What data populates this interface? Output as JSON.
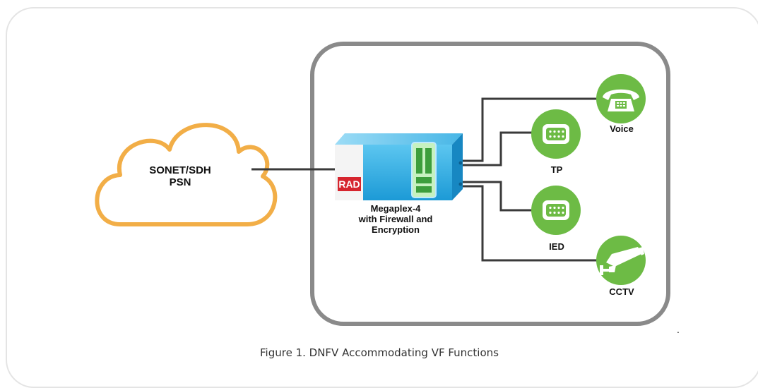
{
  "network": {
    "line1": "SONET/SDH",
    "line2": "PSN"
  },
  "device": {
    "line1": "Megaplex-4",
    "line2": "with Firewall and",
    "line3": "Encryption",
    "logo_text": "RAD"
  },
  "endpoints": [
    {
      "label": "Voice",
      "icon": "telephone-icon"
    },
    {
      "label": "TP",
      "icon": "serial-port-icon"
    },
    {
      "label": "IED",
      "icon": "serial-port-icon"
    },
    {
      "label": "CCTV",
      "icon": "camera-icon"
    }
  ],
  "caption": "Figure 1. DNFV Accommodating VF Functions",
  "stray_mark": ".",
  "colors": {
    "cloud_outline": "#f2ae47",
    "frame_outline": "#8a8a8a",
    "device_blue": "#23a7e0",
    "endpoint_green": "#6dbb45",
    "connector": "#3a3a3a",
    "logo_red": "#d6252e"
  }
}
